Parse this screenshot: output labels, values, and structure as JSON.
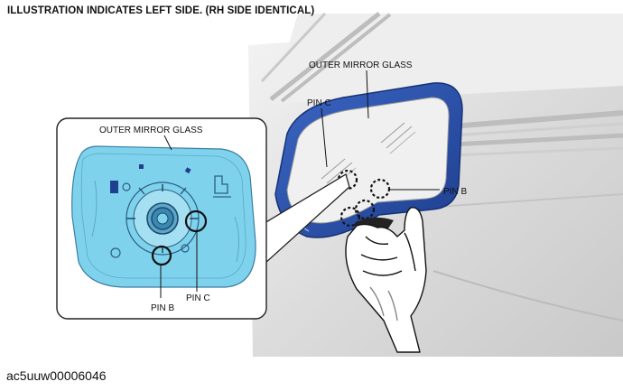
{
  "header": {
    "note": "ILLUSTRATION INDICATES LEFT SIDE. (RH SIDE IDENTICAL)"
  },
  "callouts": {
    "inset_title": "OUTER MIRROR GLASS",
    "main_title": "OUTER MIRROR GLASS",
    "inset_pin_b": "PIN B",
    "inset_pin_c": "PIN C",
    "main_pin_b": "PIN B",
    "main_pin_c": "PIN C"
  },
  "figure": {
    "id": "ac5uuw00006046"
  },
  "colors": {
    "mirror_blue": "#2a55b0",
    "glass_blue": "#7fd2ec",
    "background_grey": "#d8d8d8"
  }
}
